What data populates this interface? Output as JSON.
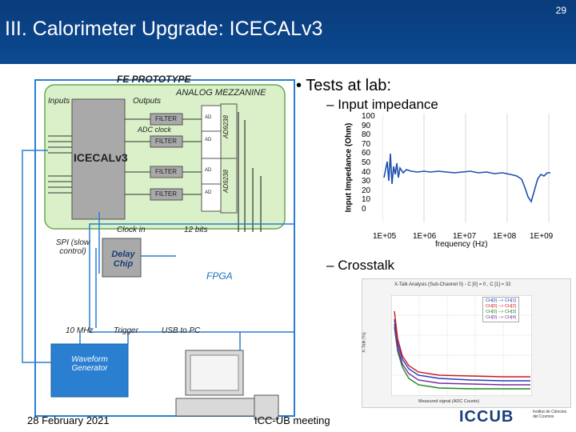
{
  "slide": {
    "title": "III. Calorimeter Upgrade: ICECALv3",
    "page_number": "29",
    "footer_left": "28 February 2021",
    "footer_center": "ICC-UB meeting"
  },
  "diagram": {
    "fe_prototype": "FE PROTOTYPE",
    "analog_mezzanine": "ANALOG MEZZANINE",
    "inputs": "Inputs",
    "outputs": "Outputs",
    "filter": "FILTER",
    "adc_clock": "ADC clock",
    "asic": "ICECALv3",
    "adc_chip_1": "AD9238",
    "adc_chip_2": "AD9238",
    "adc_small": "AD",
    "clock_in": "Clock in",
    "bits": "12 bits",
    "spi": "SPI (slow control)",
    "delay_chip": "Delay Chip",
    "fpga": "FPGA",
    "ten_mhz": "10 MHz",
    "trigger": "Trigger",
    "usb": "USB to PC",
    "waveform_generator": "Waveform Generator"
  },
  "bullets": {
    "main": "Tests at lab:",
    "sub1": "Input impedance",
    "sub2": "Crosstalk"
  },
  "impedance_chart": {
    "ylabel": "Input Impedance (Ohm)",
    "xlabel": "frequency (Hz)",
    "y_ticks": [
      "100",
      "90",
      "80",
      "70",
      "60",
      "50",
      "40",
      "30",
      "20",
      "10",
      "0"
    ],
    "x_ticks": [
      "1E+05",
      "1E+06",
      "1E+07",
      "1E+08",
      "1E+09"
    ]
  },
  "crosstalk_chart": {
    "title": "X-Talk Analysis (Sub-Channel 0) - C [0] = 0 , C [1] = 32",
    "legend": [
      "CH[0] --> CH[1]",
      "CH[0] --> CH[2]",
      "CH[0] --> CH[3]",
      "CH[0] --> CH[4]"
    ],
    "colors": [
      "#1f3fbf",
      "#d21a1a",
      "#1d8a1d",
      "#7a2ca0"
    ],
    "xlabel": "Measured signal (ADC Counts)",
    "ylabel": "X-Talk (%)"
  },
  "logo": {
    "text": "ICCUB",
    "subtitle": "Institut de Ciències del Cosmos"
  }
}
